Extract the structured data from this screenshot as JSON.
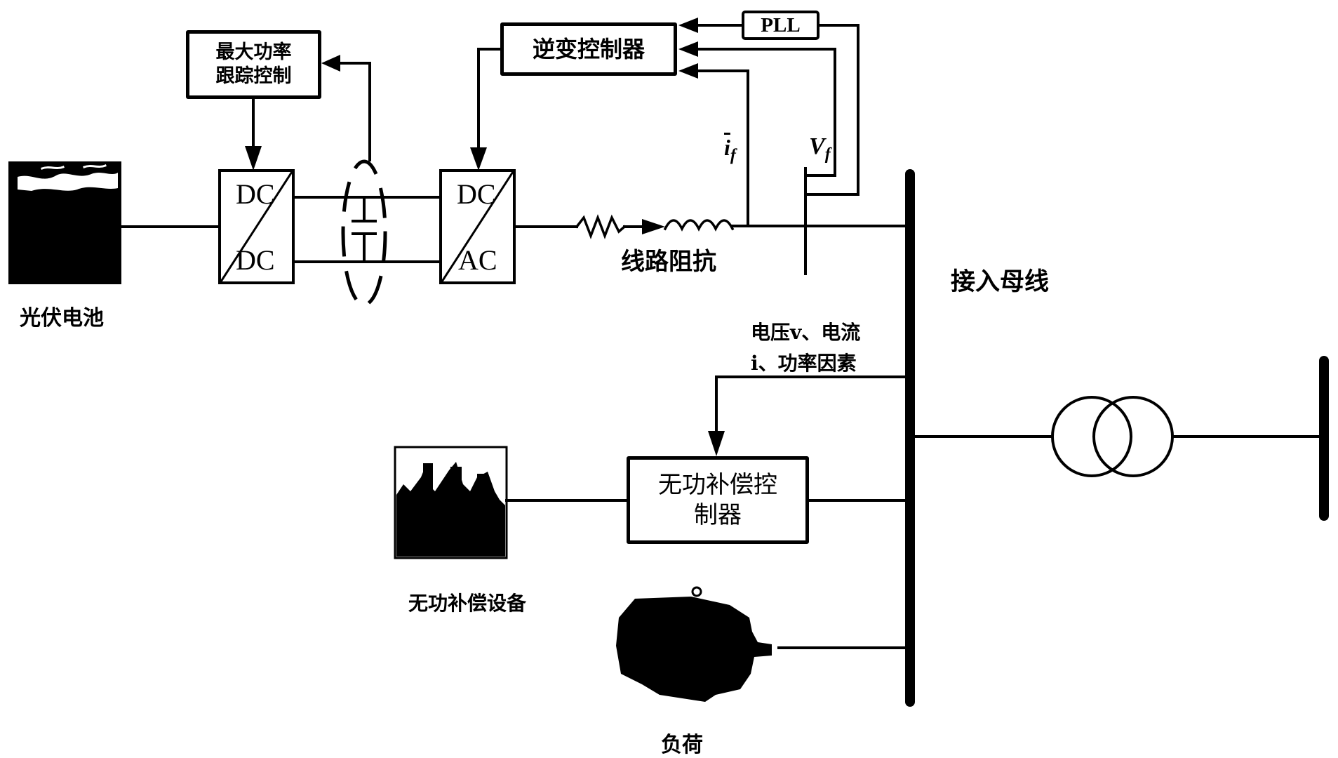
{
  "diagram": {
    "title": "Photovoltaic grid-connection with reactive power compensation",
    "blocks": {
      "mppt": {
        "line1": "最大功率",
        "line2": "跟踪控制"
      },
      "inverter_controller": {
        "label": "逆变控制器"
      },
      "pll": {
        "label": "PLL"
      },
      "dcdc": {
        "top": "DC",
        "bottom": "DC"
      },
      "dcac": {
        "top": "DC",
        "bottom": "AC"
      },
      "reactive_controller": {
        "line1": "无功补偿控",
        "line2": "制器"
      }
    },
    "labels": {
      "pv_cell": "光伏电池",
      "line_impedance": "线路阻抗",
      "bus": "接入母线",
      "measurement_line1": "电压v、电流",
      "measurement_line2": "i、功率因素",
      "reactive_device": "无功补偿设备",
      "load": "负荷",
      "current_symbol": "i",
      "current_sub": "f",
      "voltage_symbol": "V",
      "voltage_sub": "f"
    },
    "icons": {
      "pv": "solar-panel-icon",
      "reactive_device": "capacitor-bank-icon",
      "load": "motor-icon",
      "transformer": "transformer-icon"
    }
  }
}
